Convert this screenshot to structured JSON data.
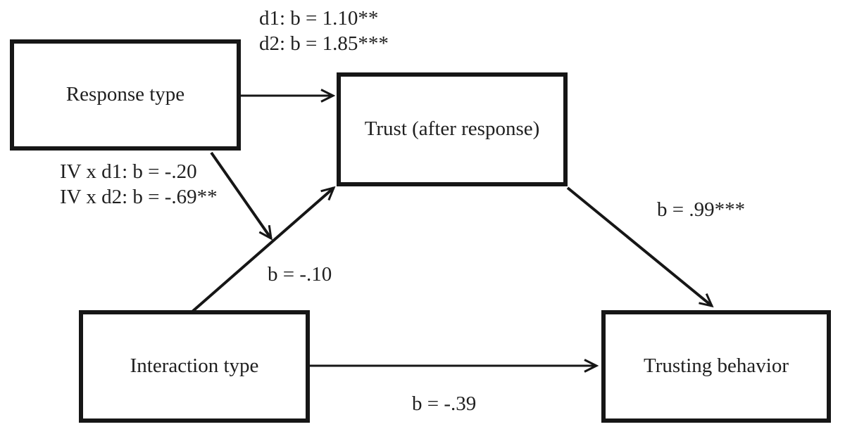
{
  "colors": {
    "ink": "#161616",
    "background": "#ffffff"
  },
  "diagram": {
    "type": "path-model",
    "nodes": {
      "response_type": {
        "label": "Response type"
      },
      "trust": {
        "label": "Trust (after response)"
      },
      "interaction_type": {
        "label": "Interaction type"
      },
      "trusting_behavior": {
        "label": "Trusting behavior"
      }
    },
    "paths": {
      "response_to_trust": {
        "from": "response_type",
        "to": "trust",
        "label_line1": "d1: b = 1.10**",
        "label_line2": "d2: b = 1.85***"
      },
      "moderation_on_interaction_path": {
        "from": "response_type",
        "to": "interaction_to_trust_path",
        "label_line1": "IV x d1: b = -.20",
        "label_line2": "IV x d2: b = -.69**"
      },
      "interaction_to_trust": {
        "from": "interaction_type",
        "to": "trust",
        "label": "b = -.10"
      },
      "trust_to_behavior": {
        "from": "trust",
        "to": "trusting_behavior",
        "label": "b = .99***"
      },
      "interaction_to_behavior": {
        "from": "interaction_type",
        "to": "trusting_behavior",
        "label": "b = -.39"
      }
    }
  }
}
